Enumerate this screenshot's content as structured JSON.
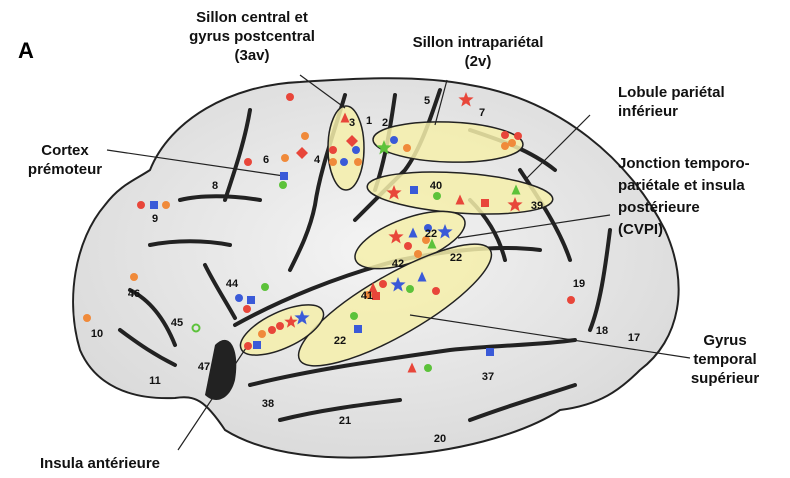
{
  "panel_letter": "A",
  "colors": {
    "red": "#e8463a",
    "orange": "#f08a3a",
    "green": "#5cc23a",
    "blue": "#3a5ad8",
    "highlight": "#f5eeaa"
  },
  "labels": {
    "central_sulcus": [
      "Sillon central et",
      "gyrus postcentral",
      "(3av)"
    ],
    "intraparietal": [
      "Sillon intrapariétal",
      "(2v)"
    ],
    "inferior_parietal": [
      "Lobule pariétal",
      "inférieur"
    ],
    "premotor": [
      "Cortex",
      "prémoteur"
    ],
    "tpj": [
      "Jonction temporo-",
      "pariétale et insula",
      "postérieure",
      "(CVPI)"
    ],
    "sup_temporal": [
      "Gyrus",
      "temporal",
      "supérieur"
    ],
    "ant_insula": [
      "Insula antérieure"
    ]
  },
  "area_numbers": [
    "1",
    "2",
    "3",
    "4",
    "5",
    "6",
    "7",
    "8",
    "9",
    "10",
    "11",
    "17",
    "18",
    "19",
    "20",
    "21",
    "22",
    "22",
    "22",
    "37",
    "38",
    "39",
    "40",
    "41",
    "42",
    "44",
    "45",
    "46",
    "47"
  ]
}
